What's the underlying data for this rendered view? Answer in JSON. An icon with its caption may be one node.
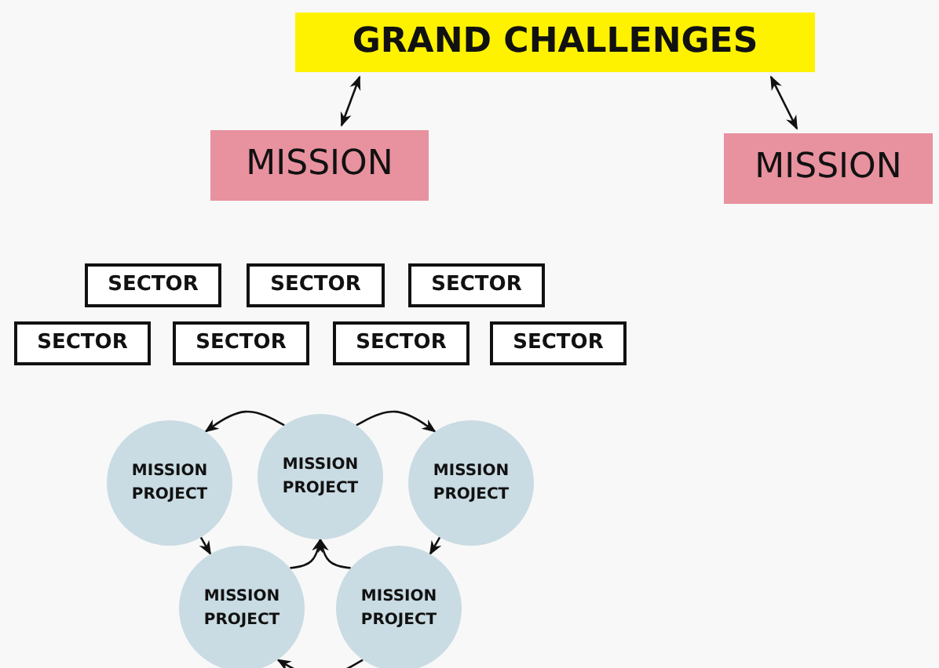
{
  "diagram": {
    "nodes": [
      {
        "text": [
          "GRAND CHALLENGES"
        ]
      },
      {
        "text": [
          "MISSION"
        ]
      },
      {
        "text": [
          "MISSION"
        ]
      },
      {
        "text": [
          "SECTOR"
        ]
      },
      {
        "text": [
          "SECTOR"
        ]
      },
      {
        "text": [
          "SECTOR"
        ]
      },
      {
        "text": [
          "SECTOR"
        ]
      },
      {
        "text": [
          "SECTOR"
        ]
      },
      {
        "text": [
          "SECTOR"
        ]
      },
      {
        "text": [
          "SECTOR"
        ]
      },
      {
        "text": [
          "MISSION PROJECT"
        ]
      },
      {
        "text": [
          "MISSION PROJECT"
        ]
      },
      {
        "text": [
          "MISSION PROJECT"
        ]
      },
      {
        "text": [
          "MISSION PROJECT"
        ]
      },
      {
        "text": [
          "MISSION PROJECT"
        ]
      }
    ],
    "edges": [
      {
        "from": 0,
        "to": 1,
        "arrow": "both"
      },
      {
        "from": 0,
        "to": 2,
        "arrow": "both"
      },
      {
        "from": 11,
        "to": 10,
        "arrow": "to"
      },
      {
        "from": 11,
        "to": 12,
        "arrow": "to"
      },
      {
        "from": 10,
        "to": 13,
        "arrow": "to"
      },
      {
        "from": 12,
        "to": 14,
        "arrow": "to"
      },
      {
        "from": 14,
        "to": 13,
        "arrow": "to"
      },
      {
        "from": 13,
        "to": 11,
        "arrow": "to"
      },
      {
        "from": 14,
        "to": 11,
        "arrow": "to"
      }
    ]
  }
}
